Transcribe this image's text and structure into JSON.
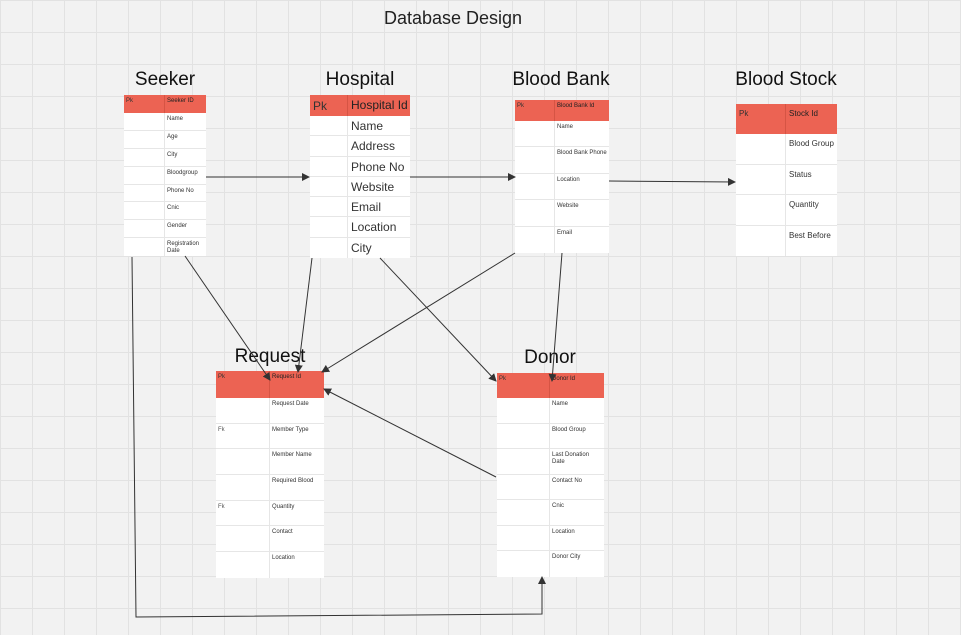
{
  "board": {
    "title": "Database Design"
  },
  "entities": {
    "seeker": {
      "title": "Seeker",
      "key_header": "Pk",
      "id_field": "Seeker ID",
      "fields": [
        "Name",
        "Age",
        "City",
        "Bloodgroup",
        "Phone No",
        "Cnic",
        "Gender",
        "Registration Date"
      ],
      "field_keys": [
        "",
        "",
        "",
        "",
        "",
        "",
        "",
        ""
      ]
    },
    "hospital": {
      "title": "Hospital",
      "key_header": "Pk",
      "id_field": "Hospital Id",
      "fields": [
        "Name",
        "Address",
        "Phone No",
        "Website",
        "Email",
        "Location",
        "City"
      ],
      "field_keys": [
        "",
        "",
        "",
        "",
        "",
        "",
        ""
      ]
    },
    "blood_bank": {
      "title": "Blood Bank",
      "key_header": "Pk",
      "id_field": "Blood Bank Id",
      "fields": [
        "Name",
        "Blood Bank Phone",
        "Location",
        "Website",
        "Email"
      ],
      "field_keys": [
        "",
        "",
        "",
        "",
        ""
      ]
    },
    "blood_stock": {
      "title": "Blood Stock",
      "key_header": "Pk",
      "id_field": "Stock Id",
      "fields": [
        "Blood Group",
        "Status",
        "Quantity",
        "Best Before"
      ],
      "field_keys": [
        "",
        "",
        "",
        ""
      ]
    },
    "request": {
      "title": "Request",
      "key_header": "Pk",
      "id_field": "Request Id",
      "fields": [
        "Request Date",
        "Member Type",
        "Member Name",
        "Required Blood",
        "Quantity",
        "Contact",
        "Location"
      ],
      "field_keys": [
        "",
        "Fk",
        "",
        "",
        "Fk",
        "",
        ""
      ]
    },
    "donor": {
      "title": "Donor",
      "key_header": "Pk",
      "id_field": "Donor Id",
      "fields": [
        "Name",
        "Blood Group",
        "Last Donation Date",
        "Contact No",
        "Cnic",
        "Location",
        "Donor City"
      ],
      "field_keys": [
        "",
        "",
        "",
        "",
        "",
        "",
        ""
      ]
    }
  },
  "colors": {
    "header_fill": "#ec6353",
    "table_fill": "#ffffff",
    "connector": "#333333",
    "canvas": "#f2f2f2"
  }
}
